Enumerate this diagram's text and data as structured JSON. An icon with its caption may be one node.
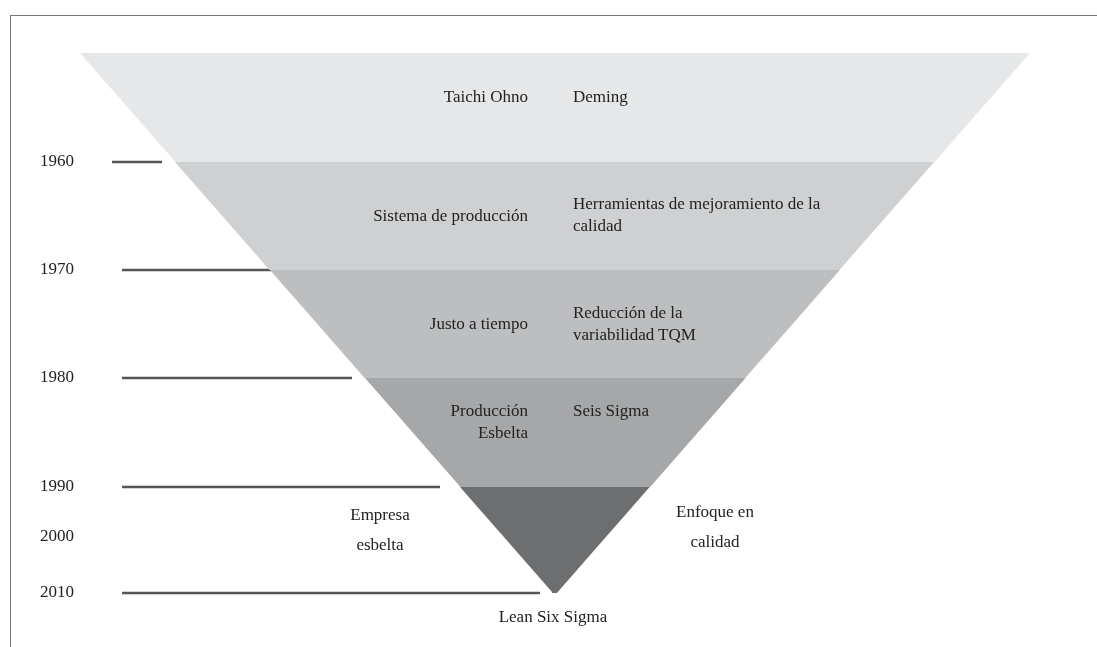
{
  "diagram": {
    "nodes": [
      {
        "text": [
          "Taichi Ohno",
          "Deming"
        ]
      },
      {
        "text": [
          "Sistema de producción",
          "Herramientas de mejoramiento de la calidad"
        ]
      },
      {
        "text": [
          "Justo a tiempo",
          "Reducción de la variabilidad TQM"
        ]
      },
      {
        "text": [
          "Producción Esbelta",
          "Seis Sigma"
        ]
      },
      {
        "text": [
          "Empresa esbelta",
          "Enfoque en calidad"
        ]
      }
    ],
    "labels": [
      "1960",
      "1970",
      "1980",
      "1990",
      "2000",
      "2010",
      "Lean Six Sigma"
    ]
  }
}
